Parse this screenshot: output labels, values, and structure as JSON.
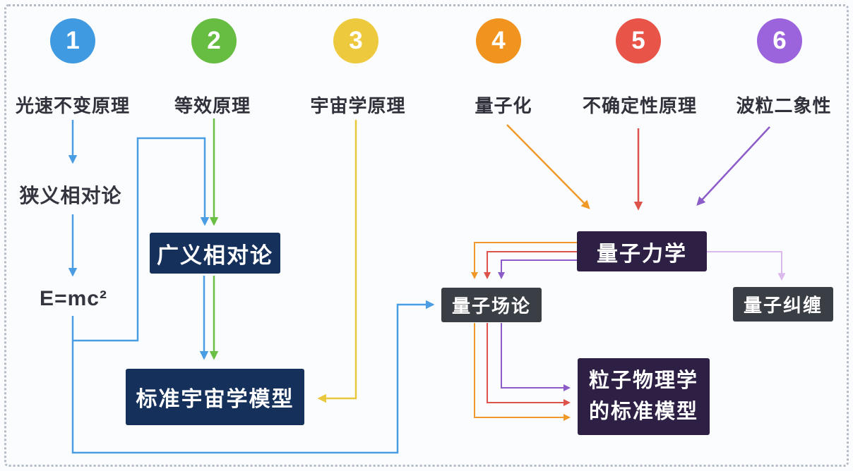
{
  "diagram": {
    "principles": [
      {
        "number": "1",
        "label": "光速不变原理",
        "color": "#3f9ae1"
      },
      {
        "number": "2",
        "label": "等效原理",
        "color": "#66bd41"
      },
      {
        "number": "3",
        "label": "宇宙学原理",
        "color": "#edca3d"
      },
      {
        "number": "4",
        "label": "量子化",
        "color": "#f0941f"
      },
      {
        "number": "5",
        "label": "不确定性原理",
        "color": "#e95449"
      },
      {
        "number": "6",
        "label": "波粒二象性",
        "color": "#9c64dc"
      }
    ],
    "nodes": {
      "special_relativity": {
        "label": "狭义相对论"
      },
      "emc2": {
        "label": "E=mc²"
      },
      "general_relativity": {
        "label": "广义相对论",
        "box_color": "#15305a"
      },
      "standard_cosmology": {
        "label": "标准宇宙学模型",
        "box_color": "#15305a"
      },
      "quantum_mechanics": {
        "label": "量子力学",
        "box_color": "#2e2045"
      },
      "quantum_field_theory": {
        "label": "量子场论",
        "box_color": "#3a3e45"
      },
      "quantum_entanglement": {
        "label": "量子纠缠",
        "box_color": "#3a3e45"
      },
      "particle_physics_standard_model": {
        "label_line1": "粒子物理学",
        "label_line2": "的标准模型",
        "box_color": "#2e2045"
      }
    },
    "edges": [
      {
        "from": "光速不变原理",
        "to": "狭义相对论",
        "color": "blue"
      },
      {
        "from": "狭义相对论",
        "to": "E=mc²",
        "color": "blue"
      },
      {
        "from": "狭义相对论",
        "to": "广义相对论",
        "color": "blue"
      },
      {
        "from": "狭义相对论",
        "to": "量子场论",
        "color": "blue"
      },
      {
        "from": "等效原理",
        "to": "广义相对论",
        "color": "green"
      },
      {
        "from": "广义相对论",
        "to": "标准宇宙学模型",
        "color": "blue"
      },
      {
        "from": "广义相对论",
        "to": "标准宇宙学模型",
        "color": "green"
      },
      {
        "from": "宇宙学原理",
        "to": "标准宇宙学模型",
        "color": "yellow"
      },
      {
        "from": "量子化",
        "to": "量子力学",
        "color": "orange"
      },
      {
        "from": "不确定性原理",
        "to": "量子力学",
        "color": "red"
      },
      {
        "from": "波粒二象性",
        "to": "量子力学",
        "color": "purple"
      },
      {
        "from": "量子力学",
        "to": "量子纠缠",
        "color": "lavender"
      },
      {
        "from": "量子力学",
        "to": "量子场论",
        "color": "orange"
      },
      {
        "from": "量子力学",
        "to": "量子场论",
        "color": "red"
      },
      {
        "from": "量子力学",
        "to": "量子场论",
        "color": "purple"
      },
      {
        "from": "量子场论",
        "to": "粒子物理学的标准模型",
        "color": "orange"
      },
      {
        "from": "量子场论",
        "to": "粒子物理学的标准模型",
        "color": "red"
      },
      {
        "from": "量子场论",
        "to": "粒子物理学的标准模型",
        "color": "purple"
      }
    ],
    "palette": {
      "line_blue": "#4a9de2",
      "line_green": "#6cbf45",
      "line_yellow": "#e9c83e",
      "line_orange": "#ef9a28",
      "line_red": "#dd534b",
      "line_purple": "#8b5cc7",
      "line_lavender": "#dcb9ec",
      "box_navy": "#15305a",
      "box_purple": "#2e2045",
      "box_gray": "#3a3e45",
      "text_dark": "#31313b",
      "border_dots": "#b3bbc6",
      "background": "#fbfcfe"
    }
  }
}
